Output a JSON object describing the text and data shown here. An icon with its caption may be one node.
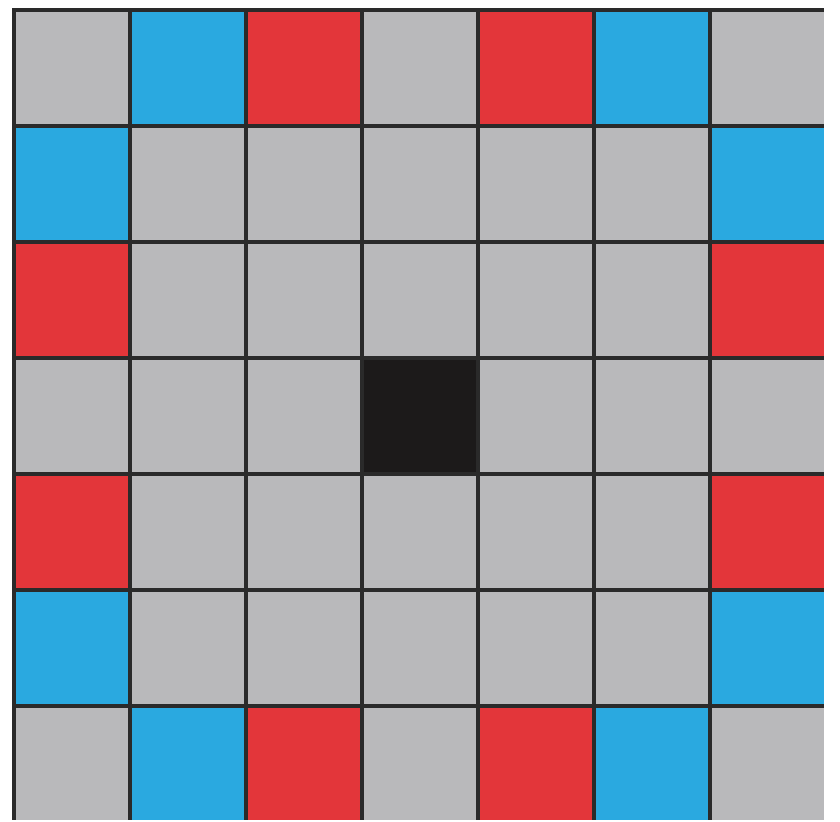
{
  "diagram": {
    "nodes": [
      {
        "text": [],
        "shape": "box"
      },
      {
        "text": [],
        "shape": "box"
      },
      {
        "text": [],
        "shape": "box"
      },
      {
        "text": [],
        "shape": "box"
      },
      {
        "text": [],
        "shape": "box"
      },
      {
        "text": [],
        "shape": "box"
      },
      {
        "text": [],
        "shape": "box"
      },
      {
        "text": [],
        "shape": "box"
      },
      {
        "text": [],
        "shape": "box"
      },
      {
        "text": [],
        "shape": "box"
      },
      {
        "text": [],
        "shape": "box"
      },
      {
        "text": [],
        "shape": "box"
      },
      {
        "text": [],
        "shape": "box"
      },
      {
        "text": [],
        "shape": "box"
      },
      {
        "text": [],
        "shape": "box"
      },
      {
        "text": [],
        "shape": "box"
      },
      {
        "text": [],
        "shape": "box"
      },
      {
        "text": [],
        "shape": "box"
      },
      {
        "text": [],
        "shape": "box"
      },
      {
        "text": [],
        "shape": "box"
      },
      {
        "text": [],
        "shape": "box"
      },
      {
        "text": [],
        "shape": "box"
      },
      {
        "text": [],
        "shape": "box"
      },
      {
        "text": [],
        "shape": "box"
      },
      {
        "text": [],
        "shape": "box"
      },
      {
        "text": [],
        "shape": "box"
      },
      {
        "text": [],
        "shape": "box"
      },
      {
        "text": [],
        "shape": "box"
      },
      {
        "text": [],
        "shape": "box"
      },
      {
        "text": [],
        "shape": "box"
      },
      {
        "text": [],
        "shape": "box"
      },
      {
        "text": [],
        "shape": "box"
      },
      {
        "text": [],
        "shape": "box"
      },
      {
        "text": [],
        "shape": "box"
      },
      {
        "text": [],
        "shape": "box"
      },
      {
        "text": [],
        "shape": "box"
      },
      {
        "text": [],
        "shape": "box"
      },
      {
        "text": [],
        "shape": "box"
      },
      {
        "text": [],
        "shape": "box"
      },
      {
        "text": [],
        "shape": "box"
      },
      {
        "text": [],
        "shape": "box"
      },
      {
        "text": [],
        "shape": "box"
      },
      {
        "text": [],
        "shape": "box"
      },
      {
        "text": [],
        "shape": "box"
      },
      {
        "text": [],
        "shape": "box"
      },
      {
        "text": [],
        "shape": "box"
      },
      {
        "text": [],
        "shape": "box"
      },
      {
        "text": [],
        "shape": "box"
      },
      {
        "text": [],
        "shape": "box"
      }
    ]
  }
}
